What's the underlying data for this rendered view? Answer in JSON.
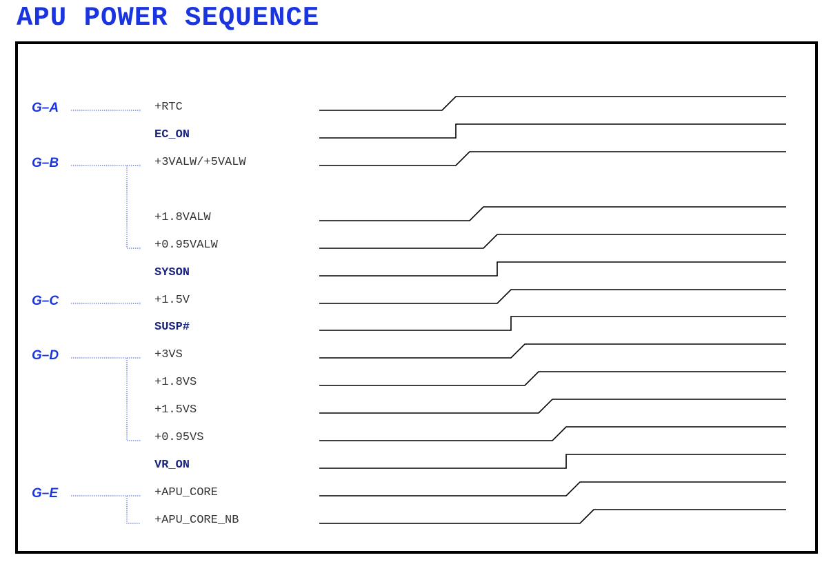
{
  "title": "APU POWER SEQUENCE",
  "groups": [
    {
      "label": "G–A",
      "first": 0,
      "last": 0
    },
    {
      "label": "G–B",
      "first": 2,
      "last": 4
    },
    {
      "label": "G–C",
      "first": 6,
      "last": 6
    },
    {
      "label": "G–D",
      "first": 8,
      "last": 11
    },
    {
      "label": "G–E",
      "first": 13,
      "last": 14
    }
  ],
  "signals": [
    {
      "name": "+RTC",
      "kind": "rail",
      "order": 0
    },
    {
      "name": "EC_ON",
      "kind": "control",
      "order": 1
    },
    {
      "name": "+3VALW/+5VALW",
      "kind": "rail",
      "order": 1
    },
    {
      "name": "+1.8VALW",
      "kind": "rail",
      "order": 2
    },
    {
      "name": "+0.95VALW",
      "kind": "rail",
      "order": 3
    },
    {
      "name": "SYSON",
      "kind": "control",
      "order": 4
    },
    {
      "name": "+1.5V",
      "kind": "rail",
      "order": 4
    },
    {
      "name": "SUSP#",
      "kind": "control",
      "order": 5
    },
    {
      "name": "+3VS",
      "kind": "rail",
      "order": 5
    },
    {
      "name": "+1.8VS",
      "kind": "rail",
      "order": 6
    },
    {
      "name": "+1.5VS",
      "kind": "rail",
      "order": 7
    },
    {
      "name": "+0.95VS",
      "kind": "rail",
      "order": 8
    },
    {
      "name": "VR_ON",
      "kind": "control",
      "order": 9
    },
    {
      "name": "+APU_CORE",
      "kind": "rail",
      "order": 9
    },
    {
      "name": "+APU_CORE_NB",
      "kind": "rail",
      "order": 10
    }
  ]
}
